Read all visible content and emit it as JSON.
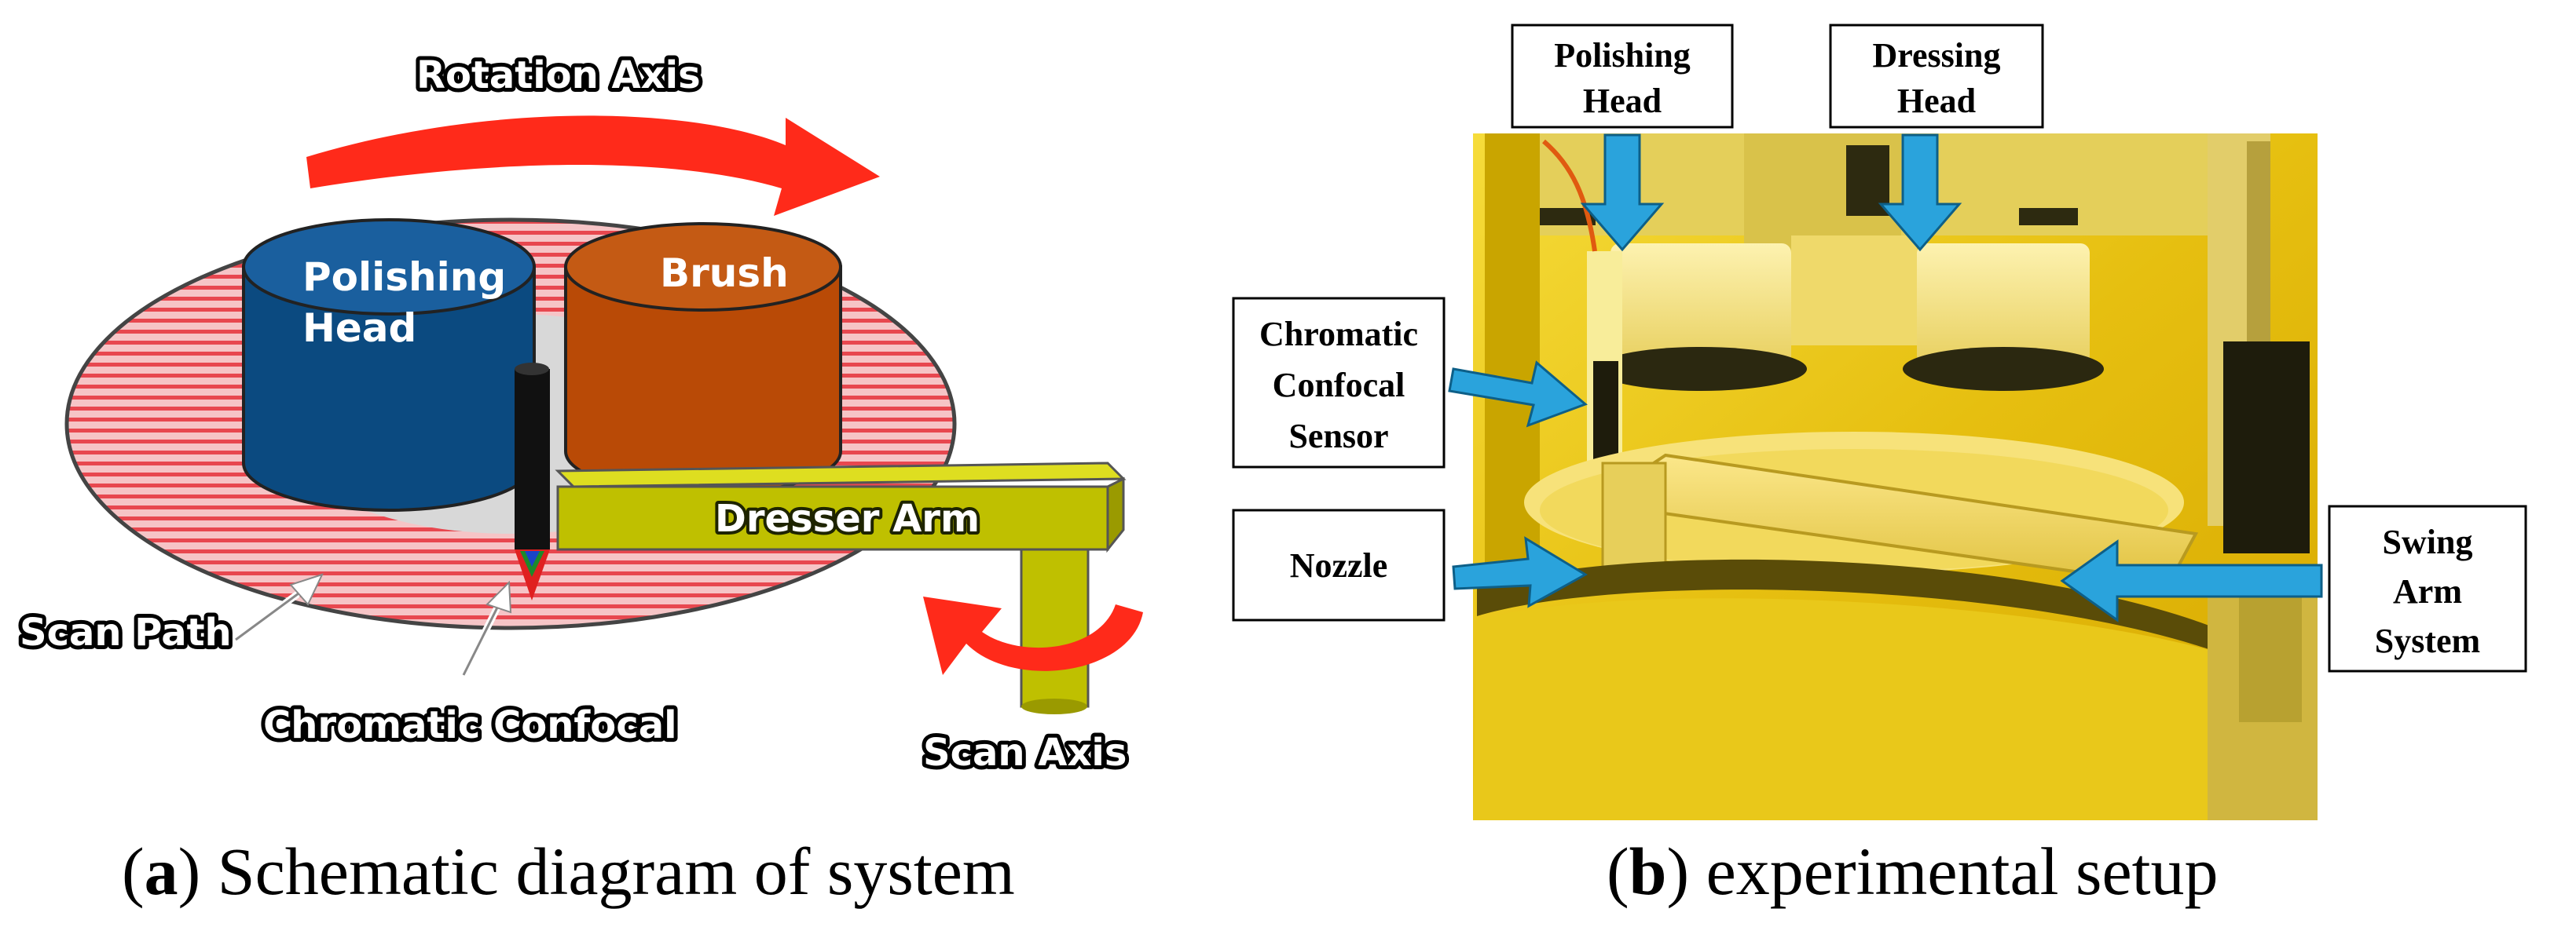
{
  "panel_a": {
    "caption_letter": "a",
    "caption_text": "Schematic diagram of system",
    "labels": {
      "rotation_axis": "Rotation Axis",
      "polishing_head_line1": "Polishing",
      "polishing_head_line2": "Head",
      "brush": "Brush",
      "dresser_arm": "Dresser Arm",
      "scan_path": "Scan Path",
      "chromatic_confocal": "Chromatic Confocal",
      "scan_axis": "Scan Axis"
    }
  },
  "panel_b": {
    "caption_letter": "b",
    "caption_text": "experimental setup",
    "labels": {
      "polishing_head_line1": "Polishing",
      "polishing_head_line2": "Head",
      "dressing_head_line1": "Dressing",
      "dressing_head_line2": "Head",
      "sensor_line1": "Chromatic",
      "sensor_line2": "Confocal",
      "sensor_line3": "Sensor",
      "nozzle": "Nozzle",
      "swing_line1": "Swing",
      "swing_line2": "Arm",
      "swing_line3": "System"
    }
  },
  "colors": {
    "rotation_arrow": "#ff2a1a",
    "polishing_head": "#0b4a80",
    "brush": "#c0500a",
    "pad_stripes": "#e8474f",
    "dresser_arm": "#bfc000",
    "callout_arrow": "#2aa3dc",
    "photo_yellow": "#f2d21a"
  }
}
